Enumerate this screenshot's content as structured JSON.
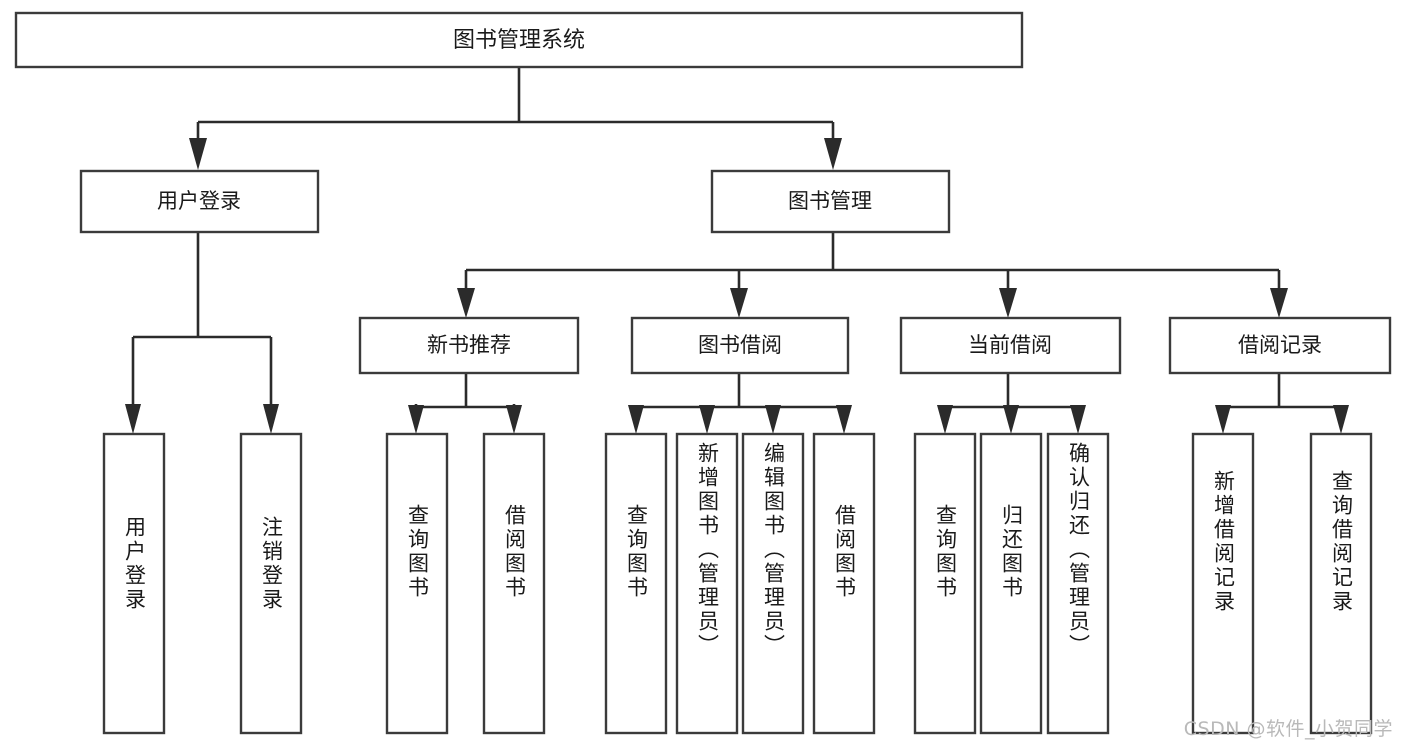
{
  "diagram": {
    "type": "tree-hierarchy",
    "title": "图书管理系统",
    "watermark": "CSDN @软件_小贺同学",
    "colors": {
      "box_stroke": "#3b3b3b",
      "edge": "#2b2b2b",
      "box_fill": "#ffffff",
      "text": "#1a1a1a",
      "watermark": "#b9b9b9",
      "background": "#ffffff"
    },
    "root": {
      "label": "图书管理系统"
    },
    "level2": [
      {
        "label": "用户登录"
      },
      {
        "label": "图书管理"
      }
    ],
    "level3": [
      {
        "label": "新书推荐"
      },
      {
        "label": "图书借阅"
      },
      {
        "label": "当前借阅"
      },
      {
        "label": "借阅记录"
      }
    ],
    "groups": [
      {
        "parent": "用户登录",
        "leaves": [
          "用户登录",
          "注销登录"
        ]
      },
      {
        "parent": "新书推荐",
        "leaves": [
          "查询图书",
          "借阅图书"
        ]
      },
      {
        "parent": "图书借阅",
        "leaves": [
          "查询图书",
          "新增图书（管理员）",
          "编辑图书（管理员）",
          "借阅图书"
        ]
      },
      {
        "parent": "当前借阅",
        "leaves": [
          "查询图书",
          "归还图书",
          "确认归还（管理员）"
        ]
      },
      {
        "parent": "借阅记录",
        "leaves": [
          "新增借阅记录",
          "查询借阅记录"
        ]
      }
    ],
    "leaves": {
      "l1": "用户登录",
      "l2": "注销登录",
      "l3": "查询图书",
      "l4": "借阅图书",
      "l5": "查询图书",
      "l6": "新增图书（管理员）",
      "l7": "编辑图书（管理员）",
      "l8": "借阅图书",
      "l9": "查询图书",
      "l10": "归还图书",
      "l11": "确认归还（管理员）",
      "l12": "新增借阅记录",
      "l13": "查询借阅记录"
    }
  }
}
